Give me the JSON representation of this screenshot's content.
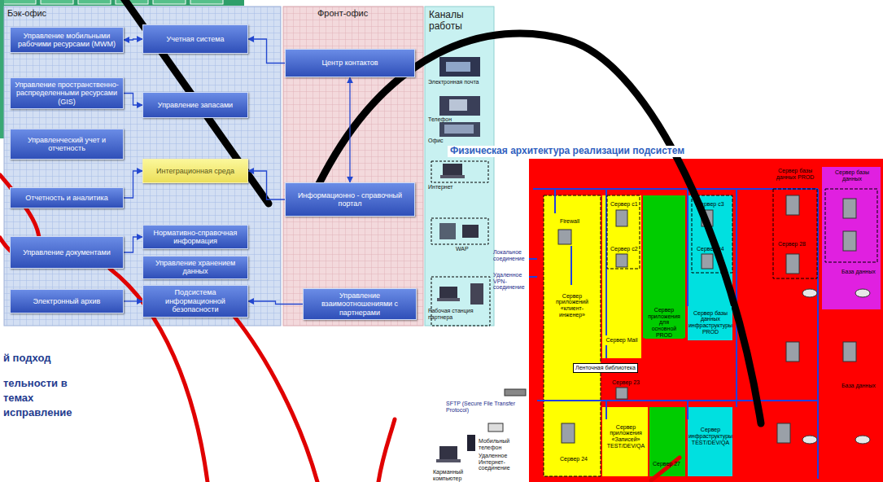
{
  "diagram": {
    "nodes": [
      {
        "text": [
          "Бэк-офис"
        ]
      },
      {
        "text": [
          "Управление мобильными рабочими ресурсами (MWM)"
        ],
        "in": 0
      },
      {
        "text": [
          "Управление пространственно-распределенными ресурсами (GIS)"
        ],
        "in": 0
      },
      {
        "text": [
          "Управленческий учет и отчетность"
        ],
        "in": 0
      },
      {
        "text": [
          "Отчетность и аналитика"
        ],
        "in": 0
      },
      {
        "text": [
          "Управление документами"
        ],
        "in": 0
      },
      {
        "text": [
          "Электронный архив"
        ],
        "in": 0
      },
      {
        "text": [
          "Учетная система"
        ],
        "in": 0
      },
      {
        "text": [
          "Управление запасами"
        ],
        "in": 0
      },
      {
        "text": [
          "Интеграционная среда"
        ],
        "in": 0
      },
      {
        "text": [
          "Нормативно-справочная информация"
        ],
        "in": 0
      },
      {
        "text": [
          "Управление хранением данных"
        ],
        "in": 0
      },
      {
        "text": [
          "Подсистема информационной безопасности"
        ],
        "in": 0
      },
      {
        "text": [
          "Фронт-офис"
        ]
      },
      {
        "text": [
          "Центр контактов"
        ],
        "in": 13
      },
      {
        "text": [
          "Информационно - справочный портал"
        ],
        "in": 13
      },
      {
        "text": [
          "Управление взаимоотношениями с партнерами"
        ],
        "in": 13
      },
      {
        "text": [
          "Каналы работы"
        ]
      },
      {
        "text": [
          "Физическая архитектура реализации подсистем"
        ]
      },
      {
        "text": [
          "Firewall"
        ],
        "in": 18
      },
      {
        "text": [
          "Сервер приложений «клиент-инженер»"
        ],
        "in": 18
      },
      {
        "text": [
          "Сервер Mail"
        ],
        "in": 18
      },
      {
        "text": [
          "Сервер приложения для основной PROD"
        ],
        "in": 18
      },
      {
        "text": [
          "Сервер базы данных инфраструктуры PROD"
        ],
        "in": 18
      },
      {
        "text": [
          "Ленточная библиотека"
        ],
        "in": 18
      },
      {
        "text": [
          "Сервер базы данных PROD"
        ],
        "in": 18
      },
      {
        "text": [
          "Сервер базы данных"
        ],
        "in": 18
      },
      {
        "text": [
          "Сервер приложения «Записей» TEST/DEV/QA"
        ],
        "in": 18
      },
      {
        "text": [
          "Сервер инфраструктуры TEST/DEV/QA"
        ],
        "in": 18
      }
    ],
    "edges": [
      {
        "from": 14,
        "to": 7,
        "arrow": "to"
      },
      {
        "from": 15,
        "to": 9,
        "arrow": "to"
      },
      {
        "from": 16,
        "to": 12,
        "arrow": "to"
      },
      {
        "from": 14,
        "to": 15,
        "arrow": "both"
      },
      {
        "from": 1,
        "to": 7,
        "arrow": "both"
      },
      {
        "from": 2,
        "to": 8,
        "arrow": "to"
      },
      {
        "from": 4,
        "to": 9,
        "arrow": "to"
      },
      {
        "from": 5,
        "to": 10,
        "arrow": "to"
      },
      {
        "from": 6,
        "to": 12,
        "arrow": "to"
      }
    ],
    "labels": [
      "й подход",
      "тельности в",
      "темах",
      "исправление",
      "Электронная почта",
      "Телефон",
      "Офис",
      "Интернет",
      "WAP",
      "Рабочая станция партнера",
      "Локальное соединение",
      "Удаленное VPN-соединение",
      "SFTP (Secure File Transfer Protocol)",
      "Мобильный телефон",
      "Удаленное Интернет-соединение",
      "Карманный компьютер",
      "Сервер с1",
      "Сервер с2",
      "Сервер с3",
      "Сервер с4",
      "Сервер 23",
      "Сервер 24",
      "Сервер 27",
      "База данных",
      "База данных",
      "Сервер 28"
    ]
  }
}
